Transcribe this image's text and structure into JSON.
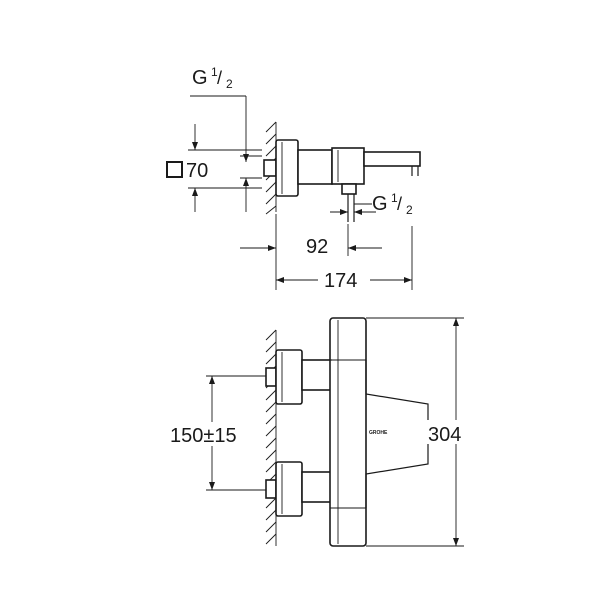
{
  "top_view": {
    "thread_top": {
      "letter": "G",
      "fraction_num": "1",
      "fraction_den": "2"
    },
    "thread_bottom": {
      "letter": "G",
      "fraction_num": "1",
      "fraction_den": "2"
    },
    "square_size": "70",
    "dim_spout": "92",
    "dim_depth": "174"
  },
  "front_view": {
    "dim_spacing": "150±15",
    "dim_height": "304",
    "logo_text": "GROHE"
  }
}
